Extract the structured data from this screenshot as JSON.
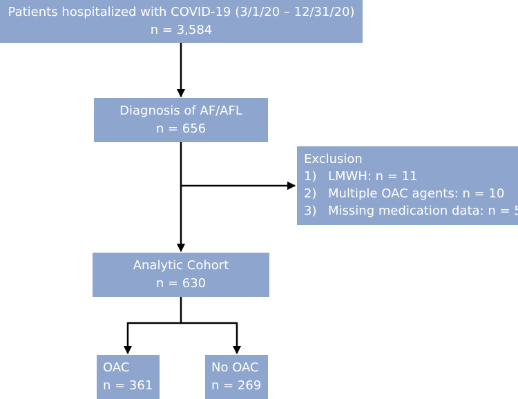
{
  "top_box": {
    "title": "Patients hospitalized with COVID-19 (3/1/20 – 12/31/20)",
    "count": "n = 3,584"
  },
  "diagnosis_box": {
    "title": "Diagnosis of AF/AFL",
    "count": "n = 656"
  },
  "exclusion_box": {
    "title": "Exclusion",
    "items": [
      {
        "num": "1)",
        "text": "LMWH: n = 11"
      },
      {
        "num": "2)",
        "text": "Multiple OAC agents: n = 10"
      },
      {
        "num": "3)",
        "text": "Missing medication data: n = 5"
      }
    ]
  },
  "cohort_box": {
    "title": "Analytic Cohort",
    "count": "n = 630"
  },
  "oac_box": {
    "title": "OAC",
    "count": "n = 361"
  },
  "no_oac_box": {
    "title": "No OAC",
    "count": "n = 269"
  },
  "colors": {
    "box_fill": "#8ea5cd",
    "box_text": "#ffffff",
    "connector": "#000000"
  }
}
